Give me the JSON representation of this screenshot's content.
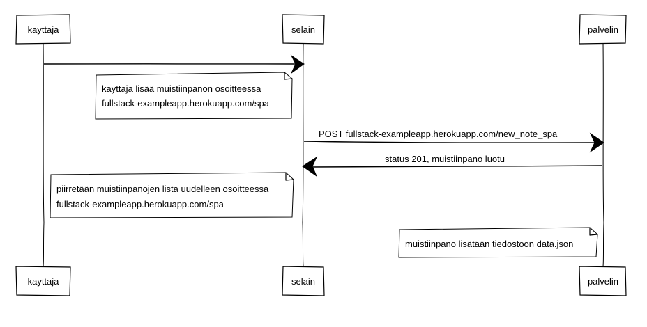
{
  "participants": [
    {
      "id": "kayttaja",
      "label": "kayttaja"
    },
    {
      "id": "selain",
      "label": "selain"
    },
    {
      "id": "palvelin",
      "label": "palvelin"
    }
  ],
  "notes": [
    {
      "lines": [
        "kayttaja lisää muistiinpanon osoitteessa",
        "fullstack-exampleapp.herokuapp.com/spa"
      ]
    },
    {
      "lines": [
        "piirretään muistiinpanojen lista uudelleen osoitteessa",
        "fullstack-exampleapp.herokuapp.com/spa"
      ]
    },
    {
      "lines": [
        "muistiinpano lisätään tiedostoon data.json"
      ]
    }
  ],
  "messages": [
    {
      "from": "kayttaja",
      "to": "selain",
      "label": ""
    },
    {
      "from": "selain",
      "to": "palvelin",
      "label": "POST fullstack-exampleapp.herokuapp.com/new_note_spa"
    },
    {
      "from": "palvelin",
      "to": "selain",
      "label": "status 201, muistiinpano luotu"
    }
  ]
}
